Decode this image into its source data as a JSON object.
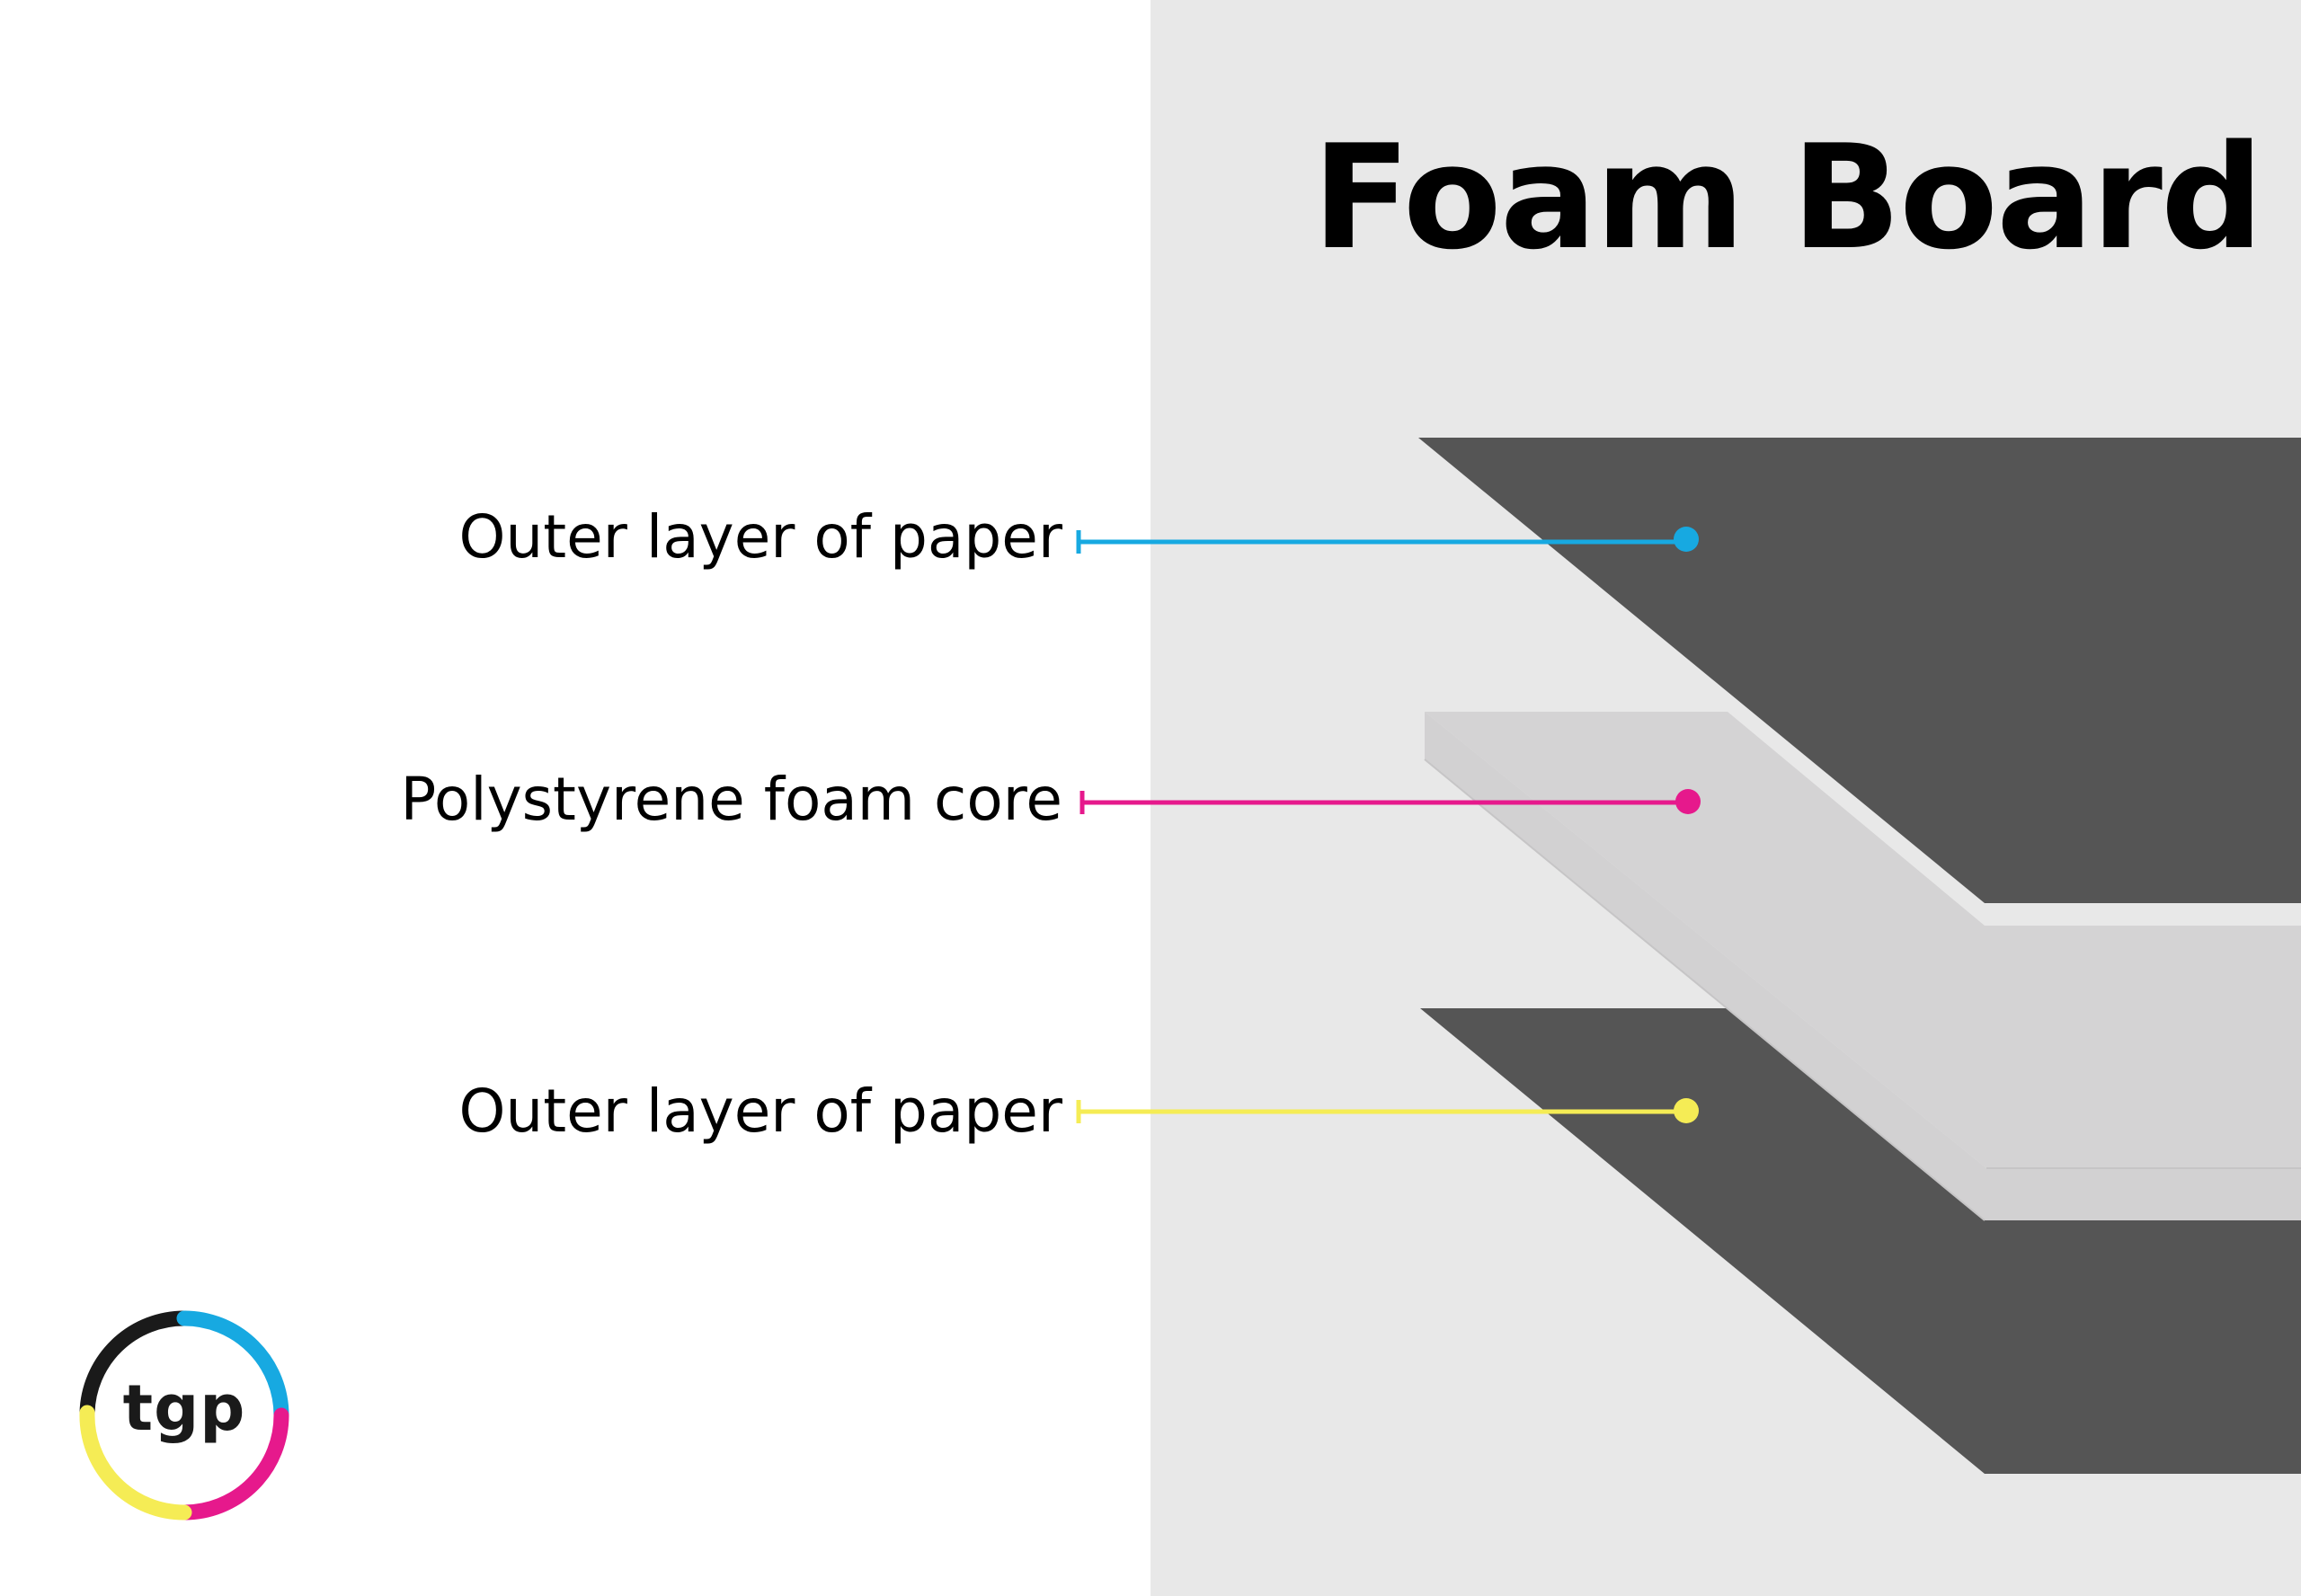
{
  "title": "Foam Board",
  "layers": [
    {
      "label": "Outer layer of paper",
      "color": "#17a9e1"
    },
    {
      "label": "Polystyrene foam core",
      "color": "#e6198c"
    },
    {
      "label": "Outer layer of paper",
      "color": "#f5ec55"
    }
  ],
  "logo": {
    "text": "tgp",
    "ring_colors": [
      "#1a1a1a",
      "#17a9e1",
      "#e6198c",
      "#f5ec55"
    ]
  },
  "colors": {
    "panel_background": "#e8e8e8",
    "paper_layer": "#555555",
    "foam_layer": "#d4d3d4",
    "foam_edge": "#c6c5c6"
  }
}
